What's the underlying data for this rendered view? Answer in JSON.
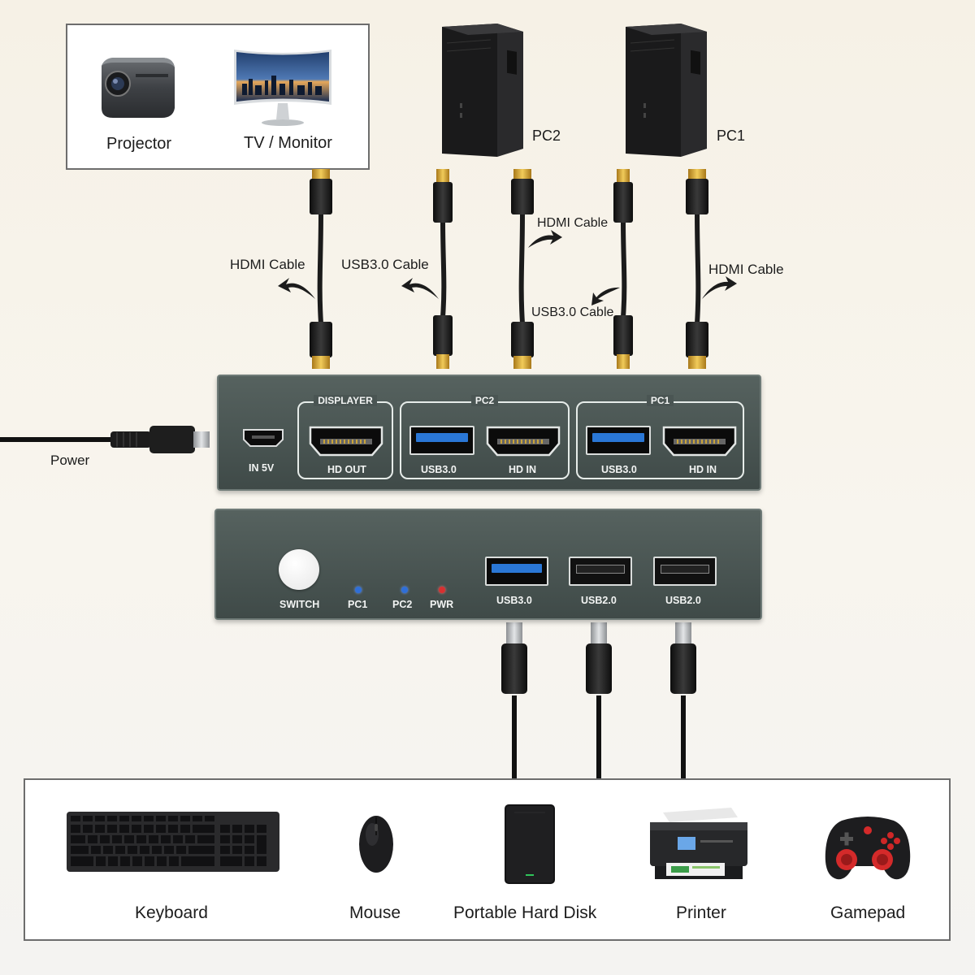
{
  "top_devices": {
    "projector": "Projector",
    "monitor": "TV / Monitor"
  },
  "computers": {
    "pc2": "PC2",
    "pc1": "PC1"
  },
  "cables": {
    "hdmi_left": "HDMI Cable",
    "usb_left": "USB3.0 Cable",
    "hdmi_middle": "HDMI Cable",
    "usb_middle": "USB3.0 Cable",
    "hdmi_right": "HDMI Cable"
  },
  "power_label": "Power",
  "back_panel": {
    "in5v": "IN 5V",
    "displayer_group": "DISPLAYER",
    "hd_out": "HD OUT",
    "pc2_group": "PC2",
    "pc2_usb": "USB3.0",
    "pc2_hdin": "HD IN",
    "pc1_group": "PC1",
    "pc1_usb": "USB3.0",
    "pc1_hdin": "HD IN"
  },
  "front_panel": {
    "switch": "SWITCH",
    "led_pc1": "PC1",
    "led_pc2": "PC2",
    "led_pwr": "PWR",
    "port1": "USB3.0",
    "port2": "USB2.0",
    "port3": "USB2.0"
  },
  "peripherals": {
    "keyboard": "Keyboard",
    "mouse": "Mouse",
    "disk": "Portable Hard Disk",
    "printer": "Printer",
    "gamepad": "Gamepad"
  },
  "colors": {
    "panel": "#4a5553",
    "usb3_blue": "#2a77d6",
    "led_blue": "#2f6fd8",
    "led_red": "#d83030",
    "connector_gold": "#d8a92a"
  }
}
